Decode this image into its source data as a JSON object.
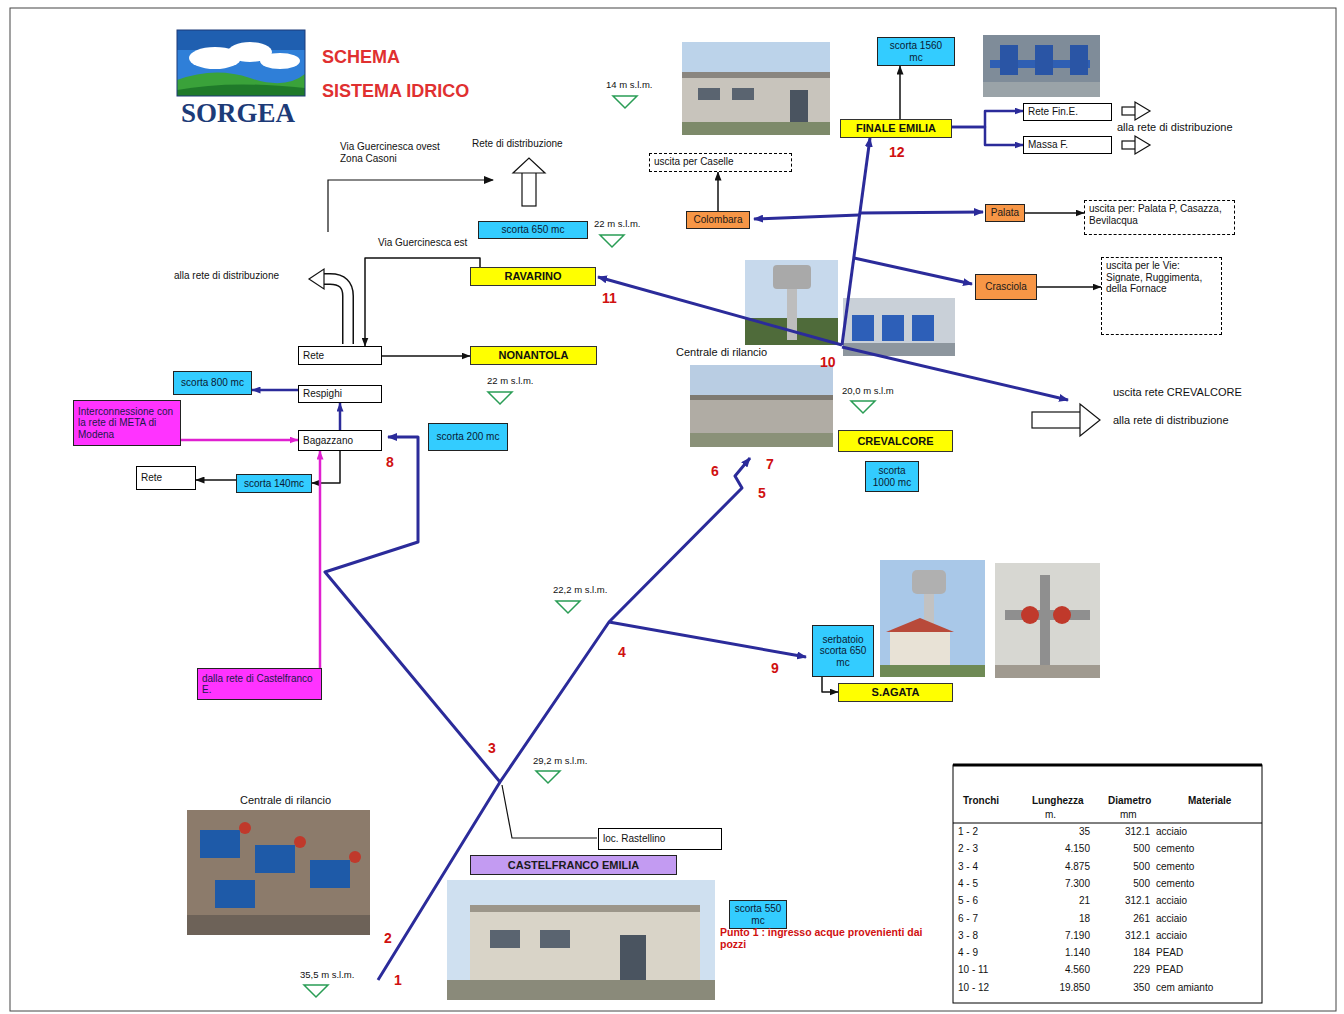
{
  "diagram": {
    "title": "SCHEMA SISTEMA IDRICO",
    "nodes": [
      {
        "text": [
          "scorta 1560 mc"
        ]
      },
      {
        "text": [
          "FINALE EMILIA"
        ]
      },
      {
        "text": [
          "Rete Fin.E."
        ]
      },
      {
        "text": [
          "Massa F."
        ]
      },
      {
        "text": [
          "uscita per Caselle"
        ]
      },
      {
        "text": [
          "Colombara"
        ]
      },
      {
        "text": [
          "Palata"
        ]
      },
      {
        "text": [
          "uscita per: Palata P, Casazza, Bevilacqua"
        ]
      },
      {
        "text": [
          "Crasciola"
        ]
      },
      {
        "text": [
          "uscita per le Vie: Signate, Ruggimenta, della Fornace"
        ]
      },
      {
        "text": [
          "scorta 650 mc"
        ]
      },
      {
        "text": [
          "RAVARINO"
        ]
      },
      {
        "text": [
          "NONANTOLA"
        ]
      },
      {
        "text": [
          "Rete"
        ]
      },
      {
        "text": [
          "Respighi"
        ]
      },
      {
        "text": [
          "scorta 800 mc"
        ]
      },
      {
        "text": [
          "Bagazzano"
        ]
      },
      {
        "text": [
          "scorta 200 mc"
        ]
      },
      {
        "text": [
          "Interconnessione con la rete di META di Modena"
        ]
      },
      {
        "text": [
          "Rete"
        ]
      },
      {
        "text": [
          "scorta 140mc"
        ]
      },
      {
        "text": [
          "dalla rete di Castelfranco E."
        ]
      },
      {
        "text": [
          "CREVALCORE"
        ]
      },
      {
        "text": [
          "scorta 1000 mc"
        ]
      },
      {
        "text": [
          "serbatoio scorta 650 mc"
        ]
      },
      {
        "text": [
          "S.AGATA"
        ]
      },
      {
        "text": [
          "loc. Rastellino"
        ]
      },
      {
        "text": [
          "CASTELFRANCO EMILIA"
        ]
      },
      {
        "text": [
          "scorta 550 mc"
        ]
      }
    ],
    "edges": [
      {
        "from": 1,
        "to": 0,
        "arrow": "to"
      },
      {
        "from": 1,
        "to": 2,
        "arrow": "to"
      },
      {
        "from": 1,
        "to": 3,
        "arrow": "to"
      },
      {
        "from": 5,
        "to": 4,
        "arrow": "to"
      },
      {
        "from": 6,
        "to": 7,
        "arrow": "to"
      },
      {
        "from": 8,
        "to": 9,
        "arrow": "to"
      },
      {
        "from": 11,
        "to": 13,
        "arrow": "to"
      },
      {
        "from": 13,
        "to": 12,
        "arrow": "to"
      },
      {
        "from": 14,
        "to": 15,
        "arrow": "to"
      },
      {
        "from": 16,
        "to": 14,
        "arrow": "to"
      },
      {
        "from": 16,
        "to": 20,
        "arrow": "to"
      },
      {
        "from": 20,
        "to": 19,
        "arrow": "to"
      },
      {
        "from": 18,
        "to": 16,
        "arrow": "to"
      },
      {
        "from": 21,
        "to": 16,
        "arrow": "to"
      },
      {
        "from": 24,
        "to": 25,
        "arrow": "to"
      }
    ],
    "labels": [
      "SORGEA",
      "14 m s.l.m.",
      "22 m s.l.m.",
      "22 m s.l.m.",
      "20,0 m s.l.m",
      "22,2 m s.l.m.",
      "29,2 m s.l.m.",
      "35,5 m s.l.m.",
      "Via Guercinesca ovest Zona Casoni",
      "Rete di distribuzione",
      "Via Guercinesca est",
      "alla rete di distribuzione",
      "alla rete di distribuzione",
      "uscita rete CREVALCORE",
      "alla rete di distribuzione",
      "Centrale di rilancio",
      "Centrale di rilancio",
      "Punto 1 : ingresso acque provenienti dai pozzi",
      "1",
      "2",
      "3",
      "4",
      "5",
      "6",
      "7",
      "8",
      "9",
      "10",
      "11",
      "12",
      "Tronchi",
      "Lunghezza",
      "Diametro",
      "Materiale",
      "m.",
      "mm",
      "1 - 2",
      "35",
      "312.1",
      "acciaio",
      "2 - 3",
      "4.150",
      "500",
      "cemento",
      "3 - 4",
      "4.875",
      "500",
      "cemento",
      "4 - 5",
      "7.300",
      "500",
      "cemento",
      "5 - 6",
      "21",
      "312.1",
      "acciaio",
      "6 - 7",
      "18",
      "261",
      "acciaio",
      "3 - 8",
      "7.190",
      "312.1",
      "acciaio",
      "4 - 9",
      "1.140",
      "184",
      "PEAD",
      "10 - 11",
      "4.560",
      "229",
      "PEAD",
      "10 - 12",
      "19.850",
      "350",
      "cem amianto"
    ]
  }
}
